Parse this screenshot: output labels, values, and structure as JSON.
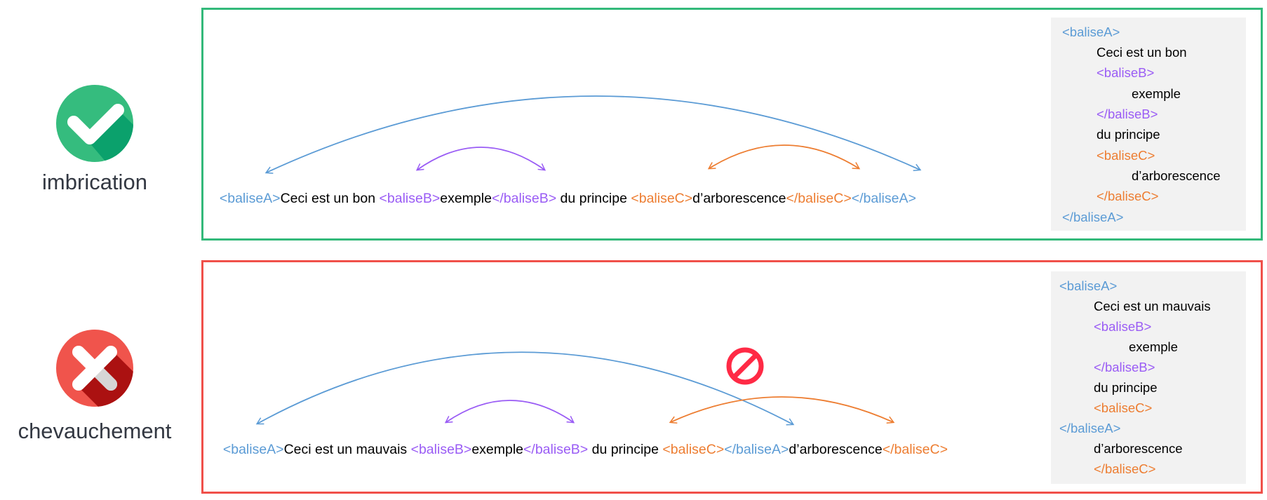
{
  "nested": {
    "label": "imbrication",
    "status_icon": "check-circle-icon",
    "line": [
      {
        "text": "<baliseA>",
        "role": "a"
      },
      {
        "text": "Ceci est un bon ",
        "role": "t"
      },
      {
        "text": "<baliseB>",
        "role": "b"
      },
      {
        "text": "exemple",
        "role": "t"
      },
      {
        "text": "</baliseB>",
        "role": "b"
      },
      {
        "text": " du principe ",
        "role": "t"
      },
      {
        "text": "<baliseC>",
        "role": "c"
      },
      {
        "text": "d’arborescence",
        "role": "t"
      },
      {
        "text": "</baliseC>",
        "role": "c"
      },
      {
        "text": "</baliseA>",
        "role": "a"
      }
    ],
    "tree": [
      {
        "text": "<baliseA>",
        "indent": 0
      },
      {
        "text": "Ceci est un bon",
        "indent": 1
      },
      {
        "text": "<baliseB>",
        "indent": 1
      },
      {
        "text": "exemple",
        "indent": 2
      },
      {
        "text": "</baliseB>",
        "indent": 1
      },
      {
        "text": "du principe",
        "indent": 1
      },
      {
        "text": "<baliseC>",
        "indent": 1
      },
      {
        "text": "d’arborescence",
        "indent": 2
      },
      {
        "text": "</baliseC>",
        "indent": 1
      },
      {
        "text": "</baliseA>",
        "indent": 0
      }
    ]
  },
  "overlapping": {
    "label": "chevauchement",
    "status_icon": "x-circle-icon",
    "forbidden_icon": "prohibited-icon",
    "line": [
      {
        "text": "<baliseA>",
        "role": "a"
      },
      {
        "text": "Ceci est un mauvais ",
        "role": "t"
      },
      {
        "text": "<baliseB>",
        "role": "b"
      },
      {
        "text": "exemple",
        "role": "t"
      },
      {
        "text": "</baliseB>",
        "role": "b"
      },
      {
        "text": " du principe ",
        "role": "t"
      },
      {
        "text": "<baliseC>",
        "role": "c"
      },
      {
        "text": "</baliseA>",
        "role": "a"
      },
      {
        "text": "d’arborescence",
        "role": "t"
      },
      {
        "text": "</baliseC>",
        "role": "c"
      }
    ],
    "tree": [
      {
        "text": "<baliseA>",
        "indent": 0
      },
      {
        "text": "Ceci est un mauvais",
        "indent": 1
      },
      {
        "text": "<baliseB>",
        "indent": 1
      },
      {
        "text": "exemple",
        "indent": 2
      },
      {
        "text": "</baliseB>",
        "indent": 1
      },
      {
        "text": "du principe",
        "indent": 1
      },
      {
        "text": "<baliseC>",
        "indent": 1
      },
      {
        "text": "</baliseA>",
        "indent": 0
      },
      {
        "text": "d’arborescence",
        "indent": 1
      },
      {
        "text": "</baliseC>",
        "indent": 1
      }
    ]
  },
  "colors": {
    "baliseA": "#5b9bd5",
    "baliseB": "#9a5cf5",
    "baliseC": "#ed7d31",
    "ok": "#33b97a",
    "error": "#f0504a",
    "code_bg": "#f2f2f2"
  }
}
